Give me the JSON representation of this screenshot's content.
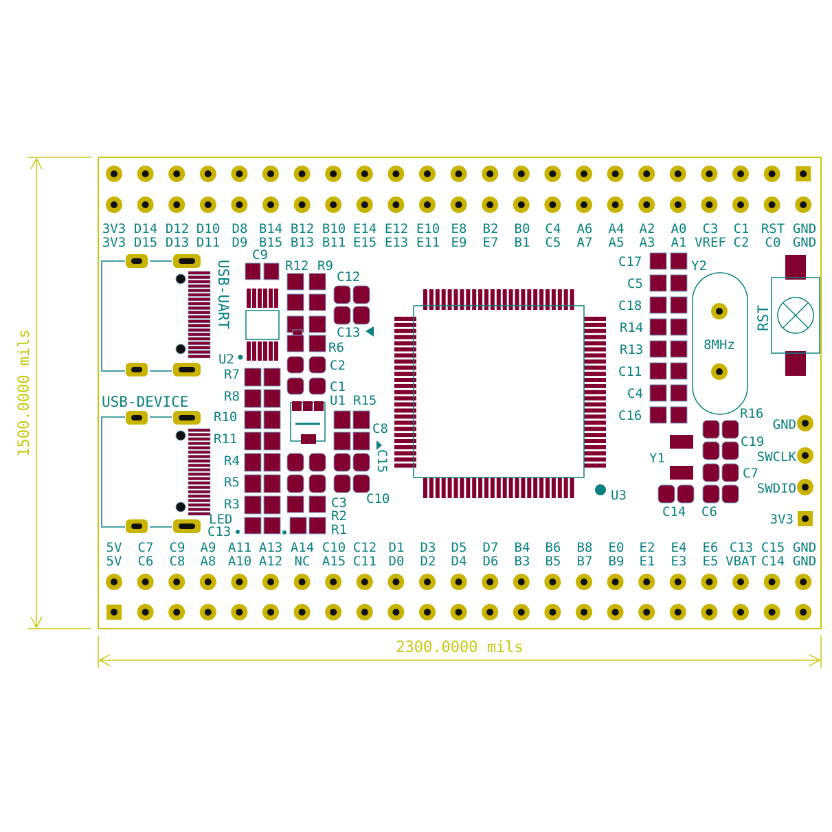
{
  "dimensions": {
    "width_label": "2300.0000 mils",
    "height_label": "1500.0000 mils"
  },
  "colors": {
    "edge": "#c8c810",
    "silk": "#0a8080",
    "pad": "#820030",
    "pad_outline": "#7aa4c2",
    "pad_gold": "#c8b400",
    "hole": "#101010",
    "background": "#ffffff"
  },
  "top_header": {
    "row1_labels": [
      "3V3",
      "D14",
      "D12",
      "D10",
      "D8",
      "B14",
      "B12",
      "B10",
      "E14",
      "E12",
      "E10",
      "E8",
      "B2",
      "B0",
      "C4",
      "A6",
      "A4",
      "A2",
      "A0",
      "C3",
      "C1",
      "RST",
      "GND"
    ],
    "row2_labels": [
      "3V3",
      "D15",
      "D13",
      "D11",
      "D9",
      "B15",
      "B13",
      "B11",
      "E15",
      "E13",
      "E11",
      "E9",
      "E7",
      "B1",
      "C5",
      "A7",
      "A5",
      "A3",
      "A1",
      "VREF",
      "C2",
      "C0",
      "GND"
    ]
  },
  "bottom_header": {
    "row1_labels": [
      "5V",
      "C7",
      "C9",
      "A9",
      "A11",
      "A13",
      "A14",
      "C10",
      "C12",
      "D1",
      "D3",
      "D5",
      "D7",
      "B4",
      "B6",
      "B8",
      "E0",
      "E2",
      "E4",
      "E6",
      "C13",
      "C15",
      "GND"
    ],
    "row2_labels": [
      "5V",
      "C6",
      "C8",
      "A8",
      "A10",
      "A12",
      "NC",
      "A15",
      "C11",
      "D0",
      "D2",
      "D4",
      "D6",
      "B3",
      "B5",
      "B7",
      "B9",
      "E1",
      "E3",
      "E5",
      "VBAT",
      "C14",
      "GND"
    ]
  },
  "swd_header": {
    "labels": [
      "GND",
      "SWCLK",
      "SWDIO",
      "3V3"
    ]
  },
  "connectors": {
    "usb_uart": "USB-UART",
    "usb_device": "USB-DEVICE"
  },
  "crystal": {
    "value": "8MHz"
  },
  "reset_button": {
    "label": "RST"
  },
  "refs": {
    "C9": "C9",
    "R12": "R12",
    "R9": "R9",
    "C12": "C12",
    "C13": "C13",
    "C13b": "C13",
    "R6": "R6",
    "U2": "U2",
    "C2": "C2",
    "R7": "R7",
    "C1": "C1",
    "R8": "R8",
    "U1": "U1",
    "R15": "R15",
    "R10": "R10",
    "C8": "C8",
    "R11": "R11",
    "C15": "C15",
    "R4": "R4",
    "R5": "R5",
    "C10": "C10",
    "R3": "R3",
    "C3": "C3",
    "LED": "LED",
    "R2": "R2",
    "R1": "R1",
    "U3": "U3",
    "C17": "C17",
    "Y2": "Y2",
    "C5": "C5",
    "C18": "C18",
    "R14": "R14",
    "R13": "R13",
    "C11": "C11",
    "C4": "C4",
    "C16": "C16",
    "R16": "R16",
    "C19": "C19",
    "Y1": "Y1",
    "C7": "C7",
    "C14": "C14",
    "C6": "C6"
  }
}
